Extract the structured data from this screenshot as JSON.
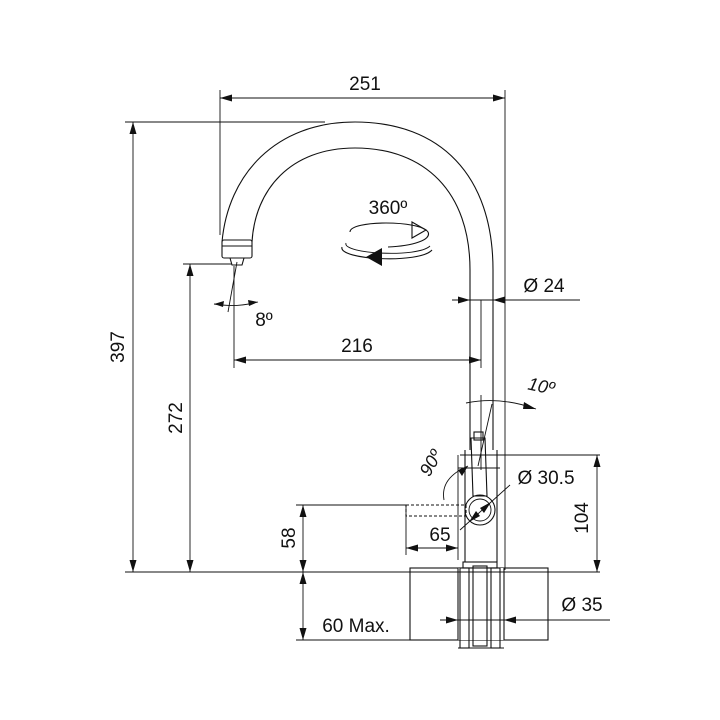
{
  "dimensions": {
    "spout_reach": "251",
    "total_height": "397",
    "spout_height": "272",
    "outlet_offset": "216",
    "rotation": "360º",
    "spray_angle": "8º",
    "tube_diameter": "Ø 24",
    "lever_tilt": "10º",
    "lever_angle": "90º",
    "body_diameter": "Ø 30.5",
    "body_height": "104",
    "lever_length": "65",
    "lever_height": "58",
    "mount_diameter": "Ø 35",
    "deck_thickness": "60 Max."
  },
  "colors": {
    "line": "#111111",
    "background": "#ffffff"
  }
}
